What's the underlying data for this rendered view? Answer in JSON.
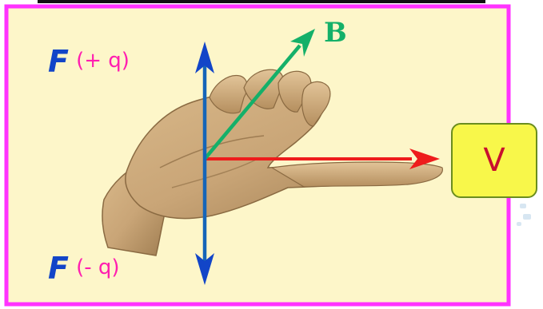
{
  "diagram": {
    "labels": {
      "force_symbol": "F",
      "force_positive_charge": "(+ q)",
      "force_negative_charge": "(- q)",
      "magnetic_field": "B",
      "velocity": "V"
    },
    "colors": {
      "frame_border": "#ff33ff",
      "background": "#fdf6c9",
      "force_arrow": "#1565b8",
      "force_symbol": "#1245c8",
      "charge_text": "#ff1fb0",
      "field_arrow": "#14b069",
      "velocity_arrow": "#ee1c1c",
      "velocity_box_fill": "#f8f74a",
      "velocity_text": "#c8102e",
      "hand_skin": "#c9a577"
    }
  }
}
